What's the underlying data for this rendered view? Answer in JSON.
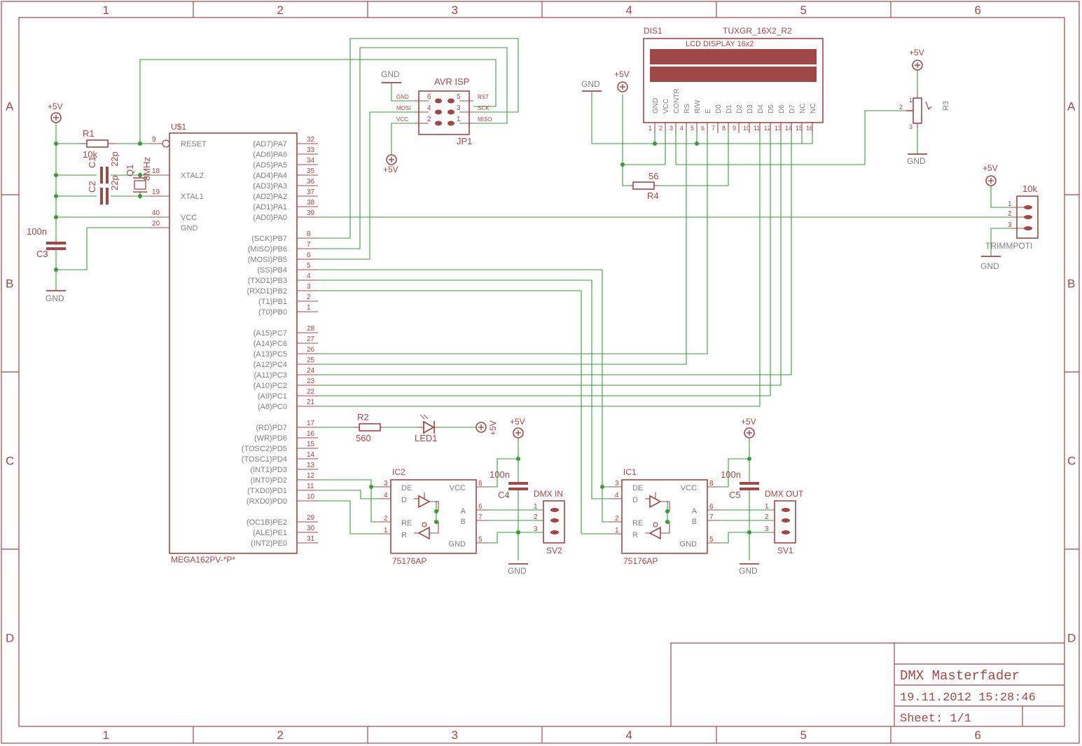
{
  "frame": {
    "cols": [
      "1",
      "2",
      "3",
      "4",
      "5",
      "6"
    ],
    "rows": [
      "A",
      "B",
      "C",
      "D"
    ]
  },
  "title_block": {
    "title": "DMX Masterfader",
    "date": "19.11.2012 15:28:46",
    "sheet": "Sheet: 1/1"
  },
  "mcu": {
    "name": "U$1",
    "value": "MEGA162PV-*P*",
    "left_pins": [
      {
        "label": "RESET",
        "num": "9"
      },
      {
        "label": "XTAL2",
        "num": "18"
      },
      {
        "label": "XTAL1",
        "num": "19"
      },
      {
        "label": "VCC",
        "num": "40"
      },
      {
        "label": "GND",
        "num": "20"
      }
    ],
    "right_pins": [
      {
        "label": "(AD7)PA7",
        "num": "32"
      },
      {
        "label": "(AD6)PA6",
        "num": "33"
      },
      {
        "label": "(AD5)PA5",
        "num": "34"
      },
      {
        "label": "(AD4)PA4",
        "num": "35"
      },
      {
        "label": "(AD3)PA3",
        "num": "36"
      },
      {
        "label": "(AD2)PA2",
        "num": "37"
      },
      {
        "label": "(AD1)PA1",
        "num": "38"
      },
      {
        "label": "(AD0)PA0",
        "num": "39"
      },
      {
        "label": "(SCK)PB7",
        "num": "8"
      },
      {
        "label": "(MISO)PB6",
        "num": "7"
      },
      {
        "label": "(MOSI)PB5",
        "num": "6"
      },
      {
        "label": "(SS)PB4",
        "num": "5"
      },
      {
        "label": "(TXD1)PB3",
        "num": "4"
      },
      {
        "label": "(RXD1)PB2",
        "num": "3"
      },
      {
        "label": "(T1)PB1",
        "num": "2"
      },
      {
        "label": "(T0)PB0",
        "num": "1"
      },
      {
        "label": "(A15)PC7",
        "num": "28"
      },
      {
        "label": "(A14)PC6",
        "num": "27"
      },
      {
        "label": "(A13)PC5",
        "num": "26"
      },
      {
        "label": "(A12)PC4",
        "num": "25"
      },
      {
        "label": "(A11)PC3",
        "num": "24"
      },
      {
        "label": "(A10)PC2",
        "num": "23"
      },
      {
        "label": "(A9)PC1",
        "num": "22"
      },
      {
        "label": "(A8)PC0",
        "num": "21"
      },
      {
        "label": "(RD)PD7",
        "num": "17"
      },
      {
        "label": "(WR)PD6",
        "num": "16"
      },
      {
        "label": "(TOSC2)PD5",
        "num": "15"
      },
      {
        "label": "(TOSC1)PD4",
        "num": "14"
      },
      {
        "label": "(INT1)PD3",
        "num": "13"
      },
      {
        "label": "(INT0)PD2",
        "num": "12"
      },
      {
        "label": "(TXD0)PD1",
        "num": "11"
      },
      {
        "label": "(RXD0)PD0",
        "num": "10"
      },
      {
        "label": "(OC1B)PE2",
        "num": "29"
      },
      {
        "label": "(ALE)PE1",
        "num": "30"
      },
      {
        "label": "(INT2)PE0",
        "num": "31"
      }
    ]
  },
  "power": {
    "vcc": "+5V",
    "gnd": "GND"
  },
  "parts": {
    "r1": {
      "name": "R1",
      "value": "10k"
    },
    "c1": {
      "name": "C1",
      "value": "22p"
    },
    "c2": {
      "name": "C2",
      "value": "22p"
    },
    "q1": {
      "name": "Q1",
      "value": "8MHz"
    },
    "c3": {
      "name": "C3",
      "value": "100n"
    },
    "r2": {
      "name": "R2",
      "value": "560"
    },
    "led1": {
      "name": "LED1"
    },
    "r4": {
      "name": "R4",
      "value": "56"
    },
    "r3": {
      "name": "R3"
    },
    "c4": {
      "name": "C4",
      "value": "100n"
    },
    "c5": {
      "name": "C5",
      "value": "100n"
    },
    "jp1": {
      "name": "JP1",
      "title": "AVR ISP",
      "pins_left": [
        "GND",
        "MOSI",
        "VCC"
      ],
      "pins_right": [
        "RST",
        "SCK",
        "MISO"
      ],
      "nums": [
        "6",
        "4",
        "2",
        "5",
        "3",
        "1"
      ]
    },
    "dis1": {
      "name": "DIS1",
      "value": "TUXGR_16X2_R2",
      "title": "LCD DISPLAY 16x2",
      "pins": [
        "GND",
        "VCC",
        "CONTR",
        "RS",
        "R/W",
        "E",
        "D0",
        "D1",
        "D2",
        "D3",
        "D4",
        "D5",
        "D6",
        "D7",
        "NC",
        "NC"
      ],
      "nums": [
        "1",
        "2",
        "3",
        "4",
        "5",
        "6",
        "7",
        "8",
        "9",
        "10",
        "11",
        "12",
        "13",
        "14",
        "15",
        "16"
      ]
    },
    "trim": {
      "name": "TRIMMPOTI",
      "value": "10k",
      "nums": [
        "1",
        "2",
        "3"
      ]
    },
    "ic2": {
      "name": "IC2",
      "value": "75176AP",
      "pins": [
        "DE",
        "D",
        "RE",
        "R",
        "VCC",
        "A",
        "B",
        "GND"
      ],
      "nums": [
        "3",
        "4",
        "2",
        "1",
        "8",
        "6",
        "7",
        "5"
      ]
    },
    "ic1": {
      "name": "IC1",
      "value": "75176AP",
      "pins": [
        "DE",
        "D",
        "RE",
        "R",
        "VCC",
        "A",
        "B",
        "GND"
      ],
      "nums": [
        "3",
        "4",
        "2",
        "1",
        "8",
        "6",
        "7",
        "5"
      ]
    },
    "sv2": {
      "name": "SV2",
      "title": "DMX IN",
      "nums": [
        "1",
        "2",
        "3"
      ]
    },
    "sv1": {
      "name": "SV1",
      "title": "DMX OUT",
      "nums": [
        "1",
        "2",
        "3"
      ]
    },
    "r3_nums": [
      "1",
      "2",
      "3"
    ]
  }
}
